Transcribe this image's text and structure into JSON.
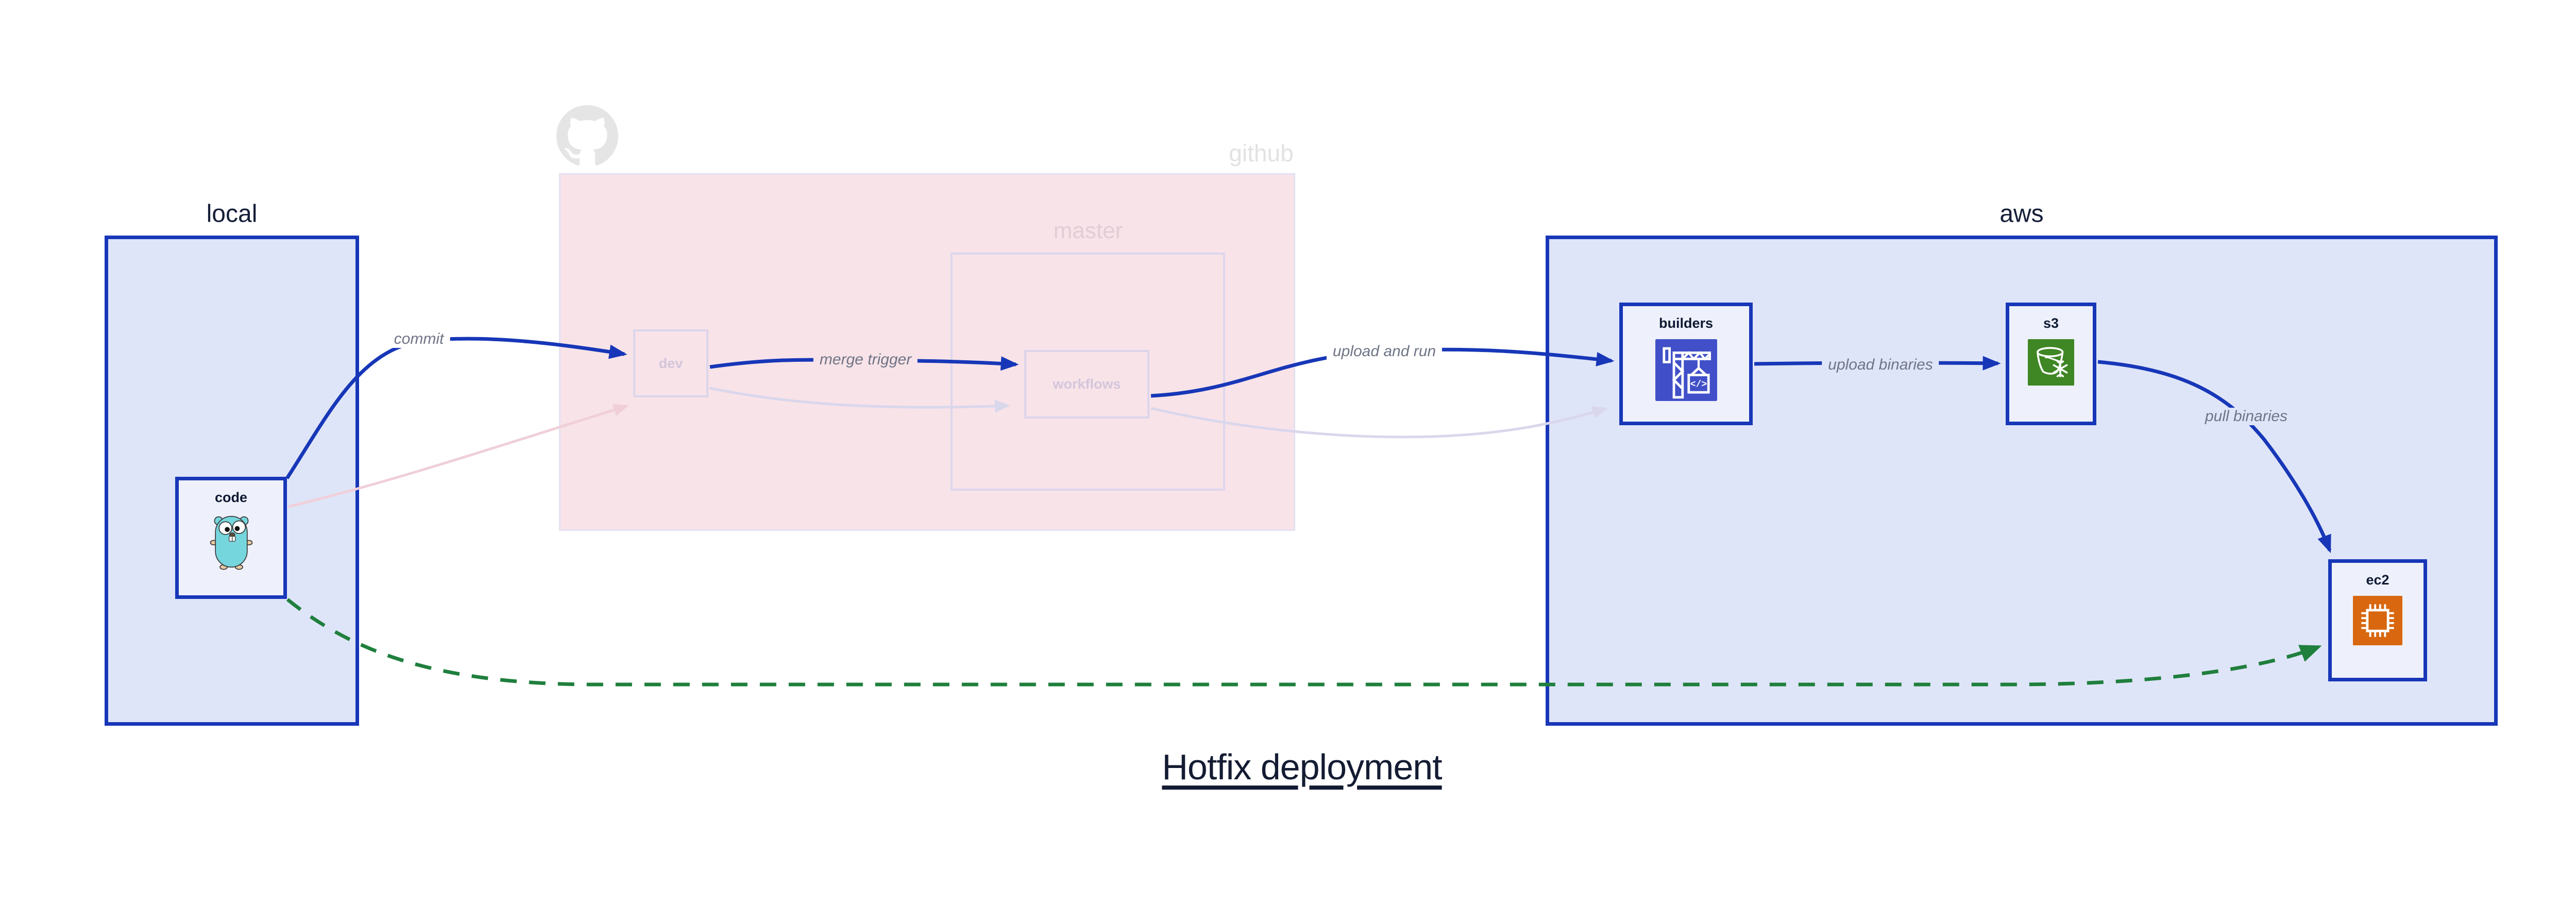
{
  "title": "Hotfix deployment",
  "regions": {
    "local": {
      "label": "local"
    },
    "github": {
      "label": "github",
      "master_label": "master"
    },
    "aws": {
      "label": "aws"
    }
  },
  "nodes": {
    "code": {
      "label": "code",
      "icon": "go-gopher-icon"
    },
    "dev": {
      "label": "dev"
    },
    "workflows": {
      "label": "workflows"
    },
    "builders": {
      "label": "builders",
      "icon": "codebuild-crane-icon",
      "icon_glyph": "</>"
    },
    "s3": {
      "label": "s3",
      "icon": "s3-glacier-bucket-icon"
    },
    "ec2": {
      "label": "ec2",
      "icon": "ec2-chip-icon"
    }
  },
  "edges": {
    "commit": {
      "label": "commit"
    },
    "merge_trigger": {
      "label": "merge trigger"
    },
    "upload_and_run": {
      "label": "upload and run"
    },
    "upload_binaries": {
      "label": "upload binaries"
    },
    "pull_binaries": {
      "label": "pull binaries"
    }
  },
  "colors": {
    "edge_blue": "#1737b8",
    "edge_green_dashed": "#1f7f3d",
    "edge_faded_pink": "#f0cfd9",
    "edge_faded_lavender": "#d9d7ec",
    "region_blue_fill": "#dfe5f8",
    "node_fill": "#eef1fb",
    "github_region_fill": "#f8e3e8",
    "codebuild_icon": "#4150c8",
    "s3_icon": "#3f8624",
    "ec2_icon": "#d8670f",
    "gopher_teal": "#76d6dd",
    "label_gray": "#6f7486",
    "text_navy": "#141c33"
  }
}
